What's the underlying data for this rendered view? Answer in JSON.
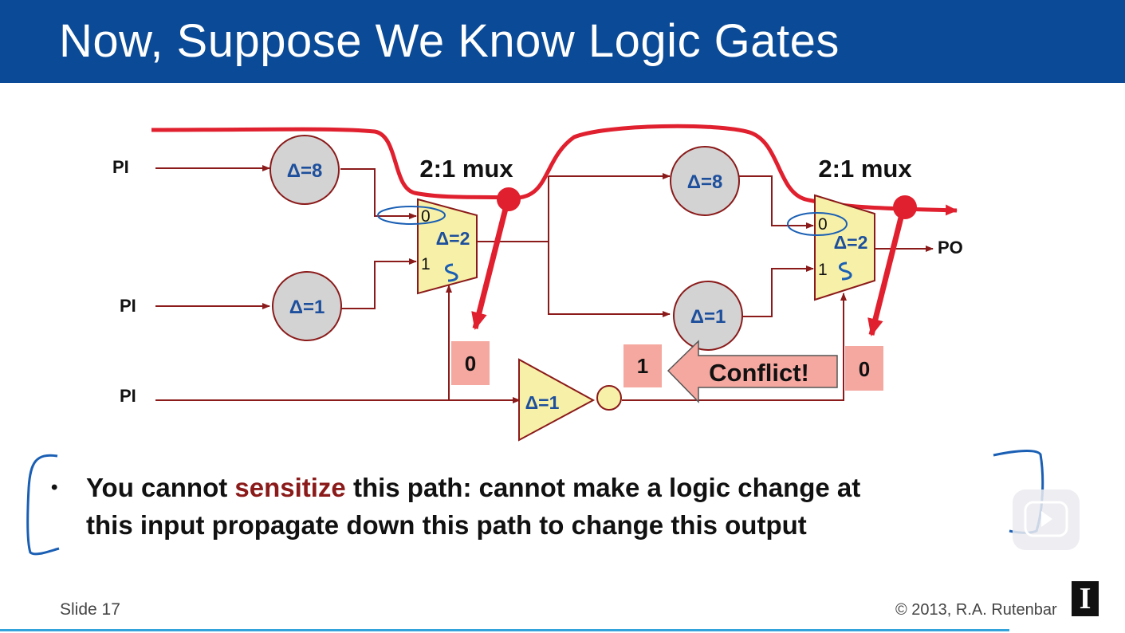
{
  "slide": {
    "title": "Now, Suppose We Know Logic Gates",
    "slide_number": "Slide 17",
    "copyright": "© 2013, R.A. Rutenbar",
    "logo_letter": "I"
  },
  "diagram": {
    "pi_labels": [
      "PI",
      "PI",
      "PI"
    ],
    "po_label": "PO",
    "mux_labels": [
      "2:1 mux",
      "2:1 mux"
    ],
    "gate_delays": [
      "Δ=8",
      "Δ=1",
      "Δ=8",
      "Δ=1"
    ],
    "mux_delays": [
      "Δ=2",
      "Δ=2"
    ],
    "mux_input_labels": [
      "0",
      "1"
    ],
    "buffer_delay": "Δ=1",
    "value_boxes": [
      "0",
      "1",
      "0"
    ],
    "conflict_label": "Conflict!",
    "colors": {
      "path": "#e0202e",
      "wire": "#8b1a1a",
      "gate_fill": "#d3d3d3",
      "mux_fill": "#f7f0a8",
      "value_box": "#f5a8a0",
      "ink": "#1a5fb4"
    }
  },
  "bullet": {
    "line1_before": "You cannot ",
    "line1_emph": "sensitize",
    "line1_after": " this path:  cannot make a logic change at",
    "line2": "this input propagate down this path to change this output"
  },
  "icons": [
    "play-button-icon",
    "bullet-icon"
  ]
}
